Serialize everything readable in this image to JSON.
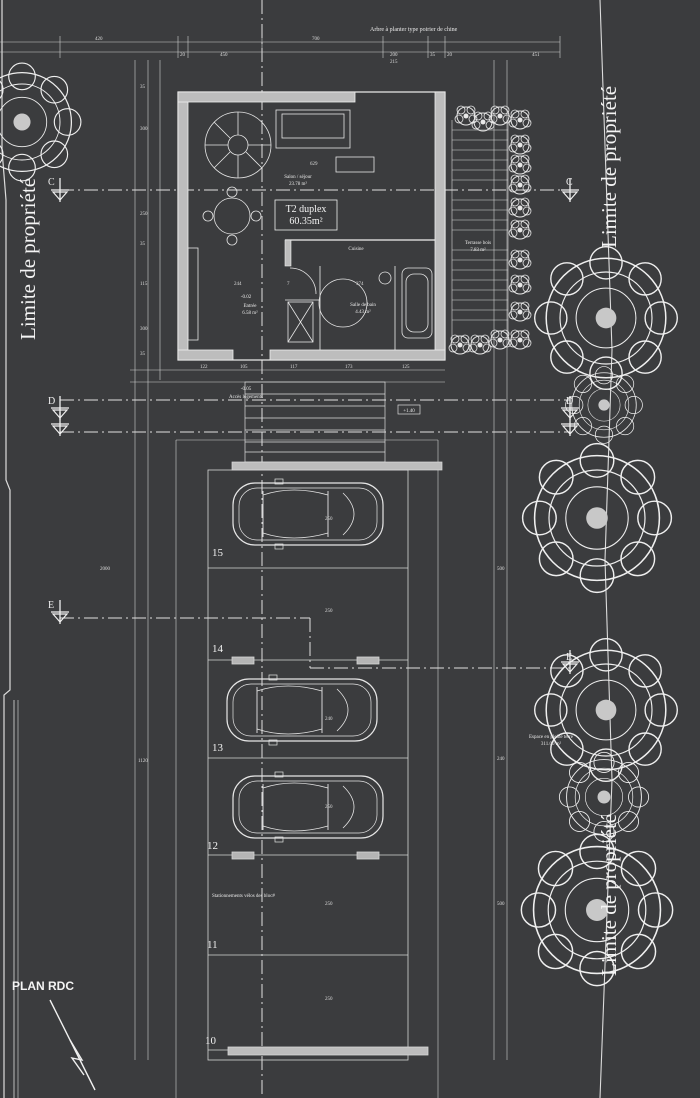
{
  "plan_title": "PLAN RDC",
  "property_limit_left": "Limite de propriété",
  "property_limit_right": "Limite de propriété",
  "top_note": "Arbre à planter type poirier de chine",
  "unit": {
    "title": "T2 duplex",
    "area": "60.35m²"
  },
  "rooms": {
    "salon": "Salon / séjour",
    "salon_area": "23.78 m²",
    "cuisine": "Cuisine",
    "entree": "Entrée",
    "entree_area": "6.58 m²",
    "sdb": "Salle de bain",
    "sdb_area": "4.43 m²",
    "terrasse": "Terrasse bois",
    "terrasse_area": "7.83 m²",
    "espace_vert": "Espace en pleine terre",
    "espace_vert_area": "311.00 m²",
    "acces": "Accès logements",
    "stationnement": "Stationnements vélos des bloc#"
  },
  "levels": {
    "entree_level": "-0.02",
    "acces_level": "-0.05",
    "level_box": "+1.40"
  },
  "section_marks": [
    "C",
    "D",
    "E"
  ],
  "parking_numbers": [
    "15",
    "14",
    "13",
    "12",
    "11",
    "10"
  ],
  "dims_top": [
    "420",
    "20",
    "450",
    "700",
    "200",
    "35",
    "20",
    "451"
  ],
  "dims_top_sub": "215",
  "dims_room": [
    "629",
    "244",
    "7",
    "374",
    "122",
    "105",
    "117",
    "173",
    "125"
  ],
  "dims_side": [
    "35",
    "300",
    "250",
    "35",
    "115",
    "300",
    "35"
  ],
  "dims_parking": [
    "250",
    "250",
    "240",
    "250",
    "500",
    "240",
    "500",
    "1120",
    "2000",
    "250",
    "250"
  ],
  "colors": {
    "background": "#3b3c3e",
    "line": "#e8e8e8",
    "tree": "#f2f2f2"
  }
}
